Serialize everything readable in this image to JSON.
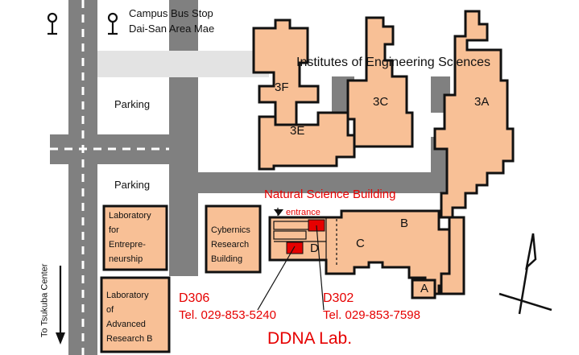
{
  "bus_stop": {
    "line1": "Campus Bus Stop",
    "line2": "Dai-San Area Mae"
  },
  "institutes_title": "Institutes of Engineering Sciences",
  "buildings": {
    "3F": "3F",
    "3E": "3E",
    "3C": "3C",
    "3A": "3A",
    "A": "A",
    "B": "B",
    "C": "C",
    "D": "D"
  },
  "parking": {
    "upper": "Parking",
    "lower": "Parking"
  },
  "natural_science_building": "Natural Science Building",
  "entrance": "entrance",
  "cybernics": {
    "line1": "Cybernics",
    "line2": "Research",
    "line3": "Building"
  },
  "lab_entrepreneurship": {
    "line1": "Laboratory",
    "line2": "for",
    "line3": "Entrepre-",
    "line4": "neurship"
  },
  "lab_advanced": {
    "line1": "Laboratory",
    "line2": "of",
    "line3": "Advanced",
    "line4": "Research B"
  },
  "to_tsukuba_center": "To Tsukuba Center",
  "room_d306": {
    "room": "D306",
    "tel": "Tel. 029-853-5240"
  },
  "room_d302": {
    "room": "D302",
    "tel": "Tel. 029-853-7598"
  },
  "lab_name": "DDNA Lab.",
  "colors": {
    "building": "#f8c096",
    "road": "#808080",
    "highlight_room": "#e60000",
    "walkway": "#e3e3e3",
    "arrow": "#3333cc",
    "text_red": "#e60000"
  }
}
